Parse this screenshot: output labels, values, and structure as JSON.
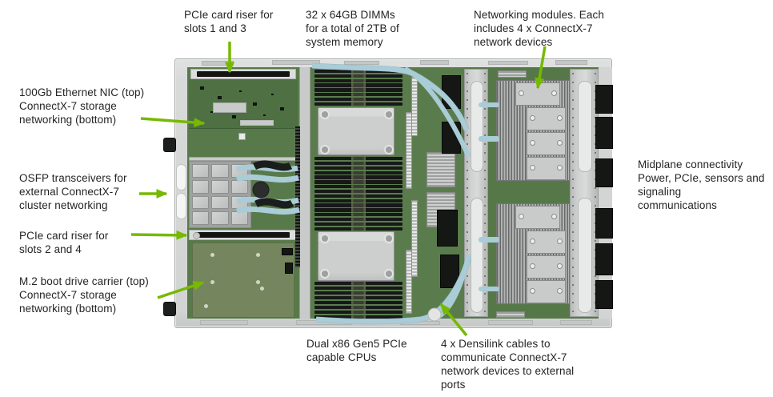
{
  "title": "Server top view callout diagram",
  "colors": {
    "accent": "#76b900",
    "text": "#242424",
    "pcb": "#587a4b",
    "pcb_dark": "#4e7043",
    "chassis": "#d8dad9",
    "rail": "#cfd1d0",
    "heatsink": "#cdcfce",
    "cable_blue": "#a9ccd6",
    "m2_plate": "#75865e",
    "connector_black": "#151715"
  },
  "labels": {
    "riser13": {
      "text": "PCIe card riser for\nslots 1 and 3"
    },
    "dimms": {
      "text": "32 x 64GB DIMMs\nfor a total of 2TB of\nsystem memory"
    },
    "networking": {
      "text": "Networking modules. Each\nincludes 4 x ConnectX-7\nnetwork devices"
    },
    "nic": {
      "text": "100Gb Ethernet NIC (top)\nConnectX-7 storage\nnetworking (bottom)"
    },
    "osfp": {
      "text": "OSFP transceivers for\nexternal ConnectX-7\ncluster networking"
    },
    "riser24": {
      "text": "PCIe card riser for\nslots 2 and 4"
    },
    "m2": {
      "text": "M.2 boot drive carrier (top)\nConnectX-7 storage\nnetworking (bottom)"
    },
    "midplane": {
      "text": "Midplane connectivity\nPower, PCIe, sensors and\nsignaling\ncommunications"
    },
    "cpus": {
      "text": "Dual x86 Gen5 PCIe\ncapable CPUs"
    },
    "densilink": {
      "text": "4 x Densilink cables to\ncommunicate ConnectX-7\nnetwork devices to external\nports"
    }
  },
  "illustration": {
    "dimm_banks": [
      8,
      16,
      8
    ],
    "cpu_count": 2,
    "network_clusters": 2,
    "modules_per_cluster": 4,
    "osfp_cells": 12
  }
}
